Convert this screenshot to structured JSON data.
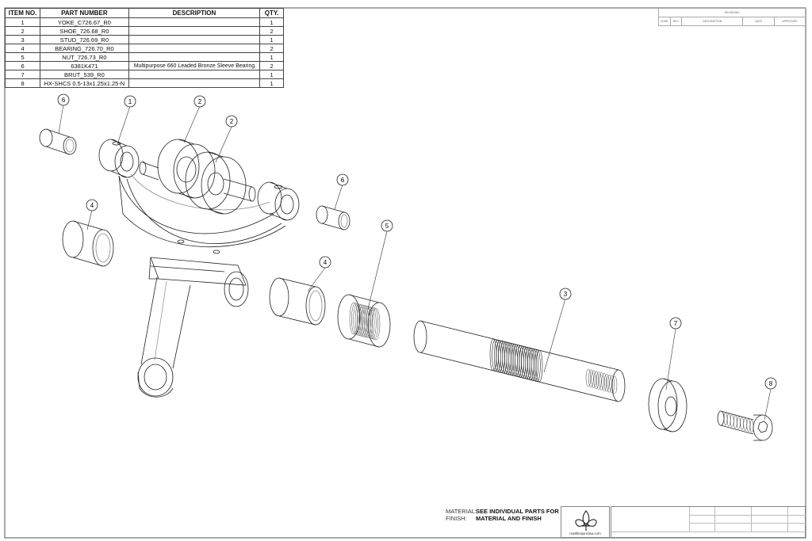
{
  "bom": {
    "headers": [
      "ITEM NO.",
      "PART NUMBER",
      "DESCRIPTION",
      "QTY."
    ],
    "rows": [
      {
        "item": "1",
        "part": "YOKE_C726.67_R0",
        "desc": "",
        "qty": "1"
      },
      {
        "item": "2",
        "part": "SHOE_726.68_R0",
        "desc": "",
        "qty": "2"
      },
      {
        "item": "3",
        "part": "STUD_726.69_R0",
        "desc": "",
        "qty": "1"
      },
      {
        "item": "4",
        "part": "BEARING_726.70_R0",
        "desc": "",
        "qty": "2"
      },
      {
        "item": "5",
        "part": "NUT_726.73_R0",
        "desc": "",
        "qty": "1"
      },
      {
        "item": "6",
        "part": "6381K471",
        "desc": "Multipurpose 660 Leaded Bronze Sleeve Bearing",
        "qty": "2"
      },
      {
        "item": "7",
        "part": "BRUT_539_R0",
        "desc": "",
        "qty": "1"
      },
      {
        "item": "8",
        "part": "HX-SHCS 0.5-13x1.25x1.25-N",
        "desc": "",
        "qty": "1"
      }
    ]
  },
  "revisions": {
    "title": "REVISIONS",
    "headers": [
      "ZONE",
      "REV.",
      "DESCRIPTION",
      "DATE",
      "APPROVED"
    ]
  },
  "balloons": [
    {
      "label": "6"
    },
    {
      "label": "1"
    },
    {
      "label": "2"
    },
    {
      "label": "2"
    },
    {
      "label": "4"
    },
    {
      "label": "6"
    },
    {
      "label": "5"
    },
    {
      "label": "4"
    },
    {
      "label": "3"
    },
    {
      "label": "7"
    },
    {
      "label": "8"
    }
  ],
  "material_note": {
    "material_label": "MATERIAL:",
    "material_value": "SEE INDIVIDUAL PARTS FOR",
    "finish_label": "FINISH:",
    "finish_value": "MATERIAL AND FINISH"
  },
  "logo": {
    "url": "mattlicajunclaa.com"
  },
  "colors": {
    "line": "#222222",
    "thin": "#777777",
    "hidden": "#9a9a9a"
  }
}
